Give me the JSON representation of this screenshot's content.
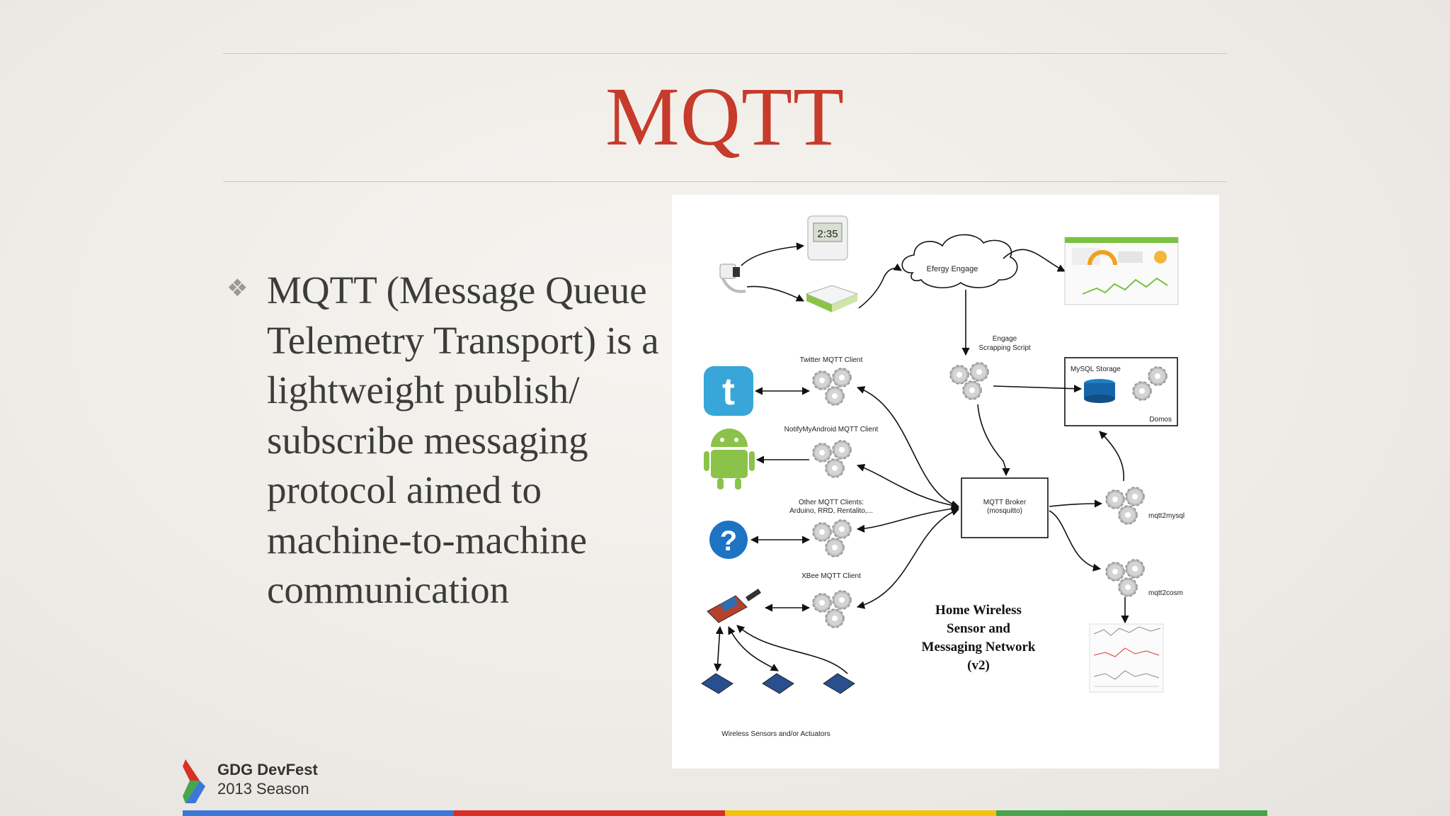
{
  "slide": {
    "title": "MQTT",
    "bullet_text": "MQTT (Message Queue Telemetry Transport) is a lightweight publish/ subscribe messaging protocol aimed to machine-to-machine communication",
    "bullet_glyph": "❖"
  },
  "diagram": {
    "title_lines": [
      "Home Wireless",
      "Sensor and",
      "Messaging Network",
      "(v2)"
    ],
    "efergy_label": "Efergy Engage",
    "engage_script_lines": [
      "Engage",
      "Scrapping Script"
    ],
    "mysql_label": "MySQL Storage",
    "domos_label": "Domos",
    "broker_lines": [
      "MQTT Broker",
      "(mosquitto)"
    ],
    "twitter_client": "Twitter MQTT Client",
    "notify_client": "NotifyMyAndroid MQTT Client",
    "other_clients_lines": [
      "Other MQTT Clients:",
      "Arduino, RRD, Rentalito,..."
    ],
    "xbee_client": "XBee MQTT Client",
    "mqtt2mysql": "mqtt2mysql",
    "mqtt2cosm": "mqtt2cosm",
    "sensors_label": "Wireless Sensors and/or Actuators",
    "display_digits": "2:35",
    "help_glyph": "?",
    "twitter_glyph": "t"
  },
  "footer": {
    "name": "GDG DevFest",
    "season": "2013 Season",
    "bar_colors": [
      "#3b78d8",
      "#d93025",
      "#f4c20d",
      "#47a54a"
    ]
  },
  "colors": {
    "title": "#c63b2b",
    "text": "#3c3c3c"
  }
}
